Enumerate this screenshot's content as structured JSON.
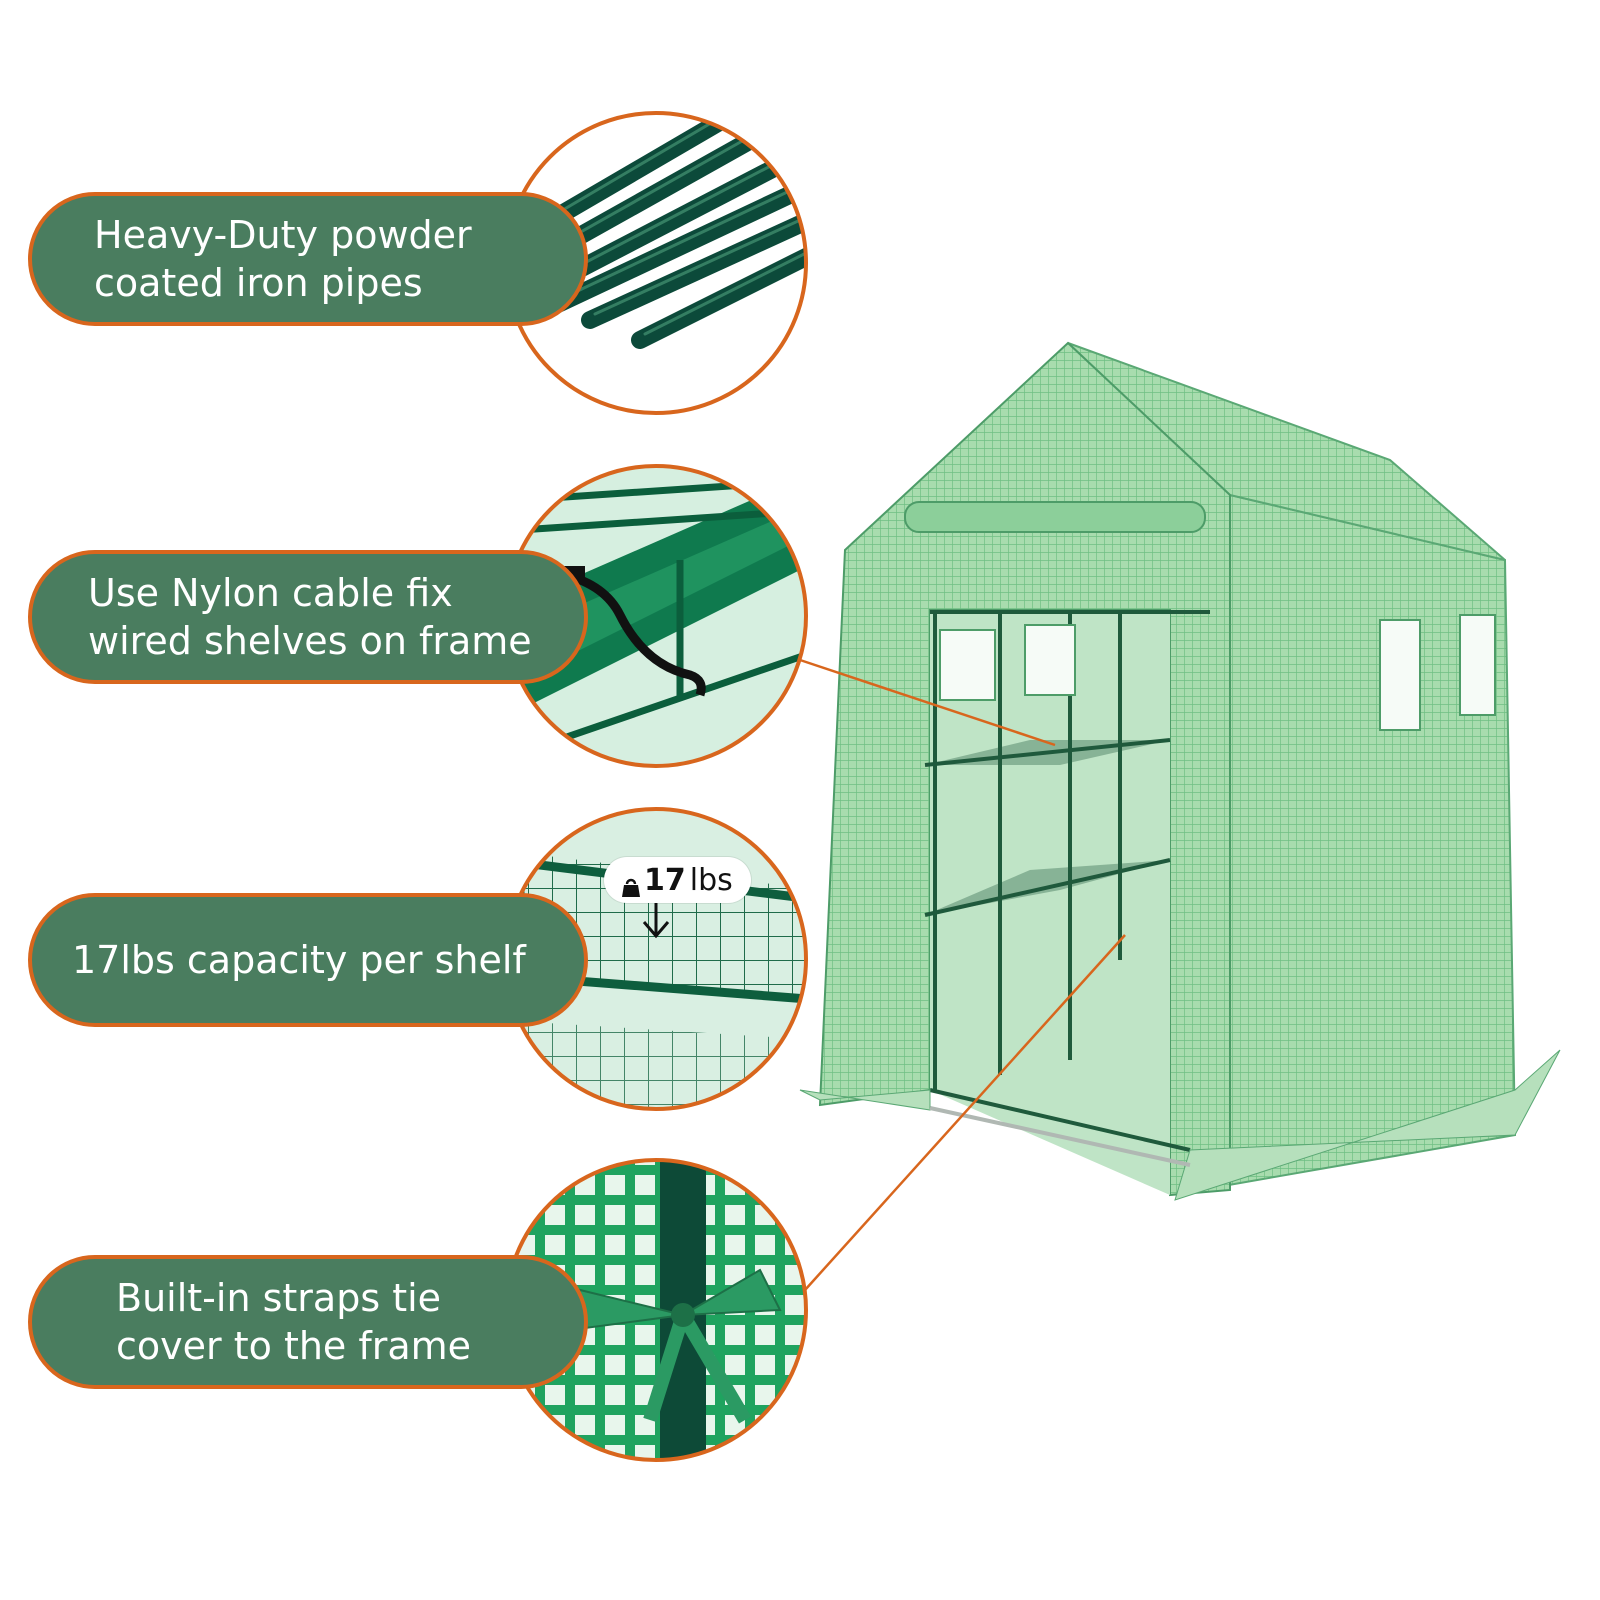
{
  "features": [
    {
      "lines": [
        "Heavy-Duty powder",
        "coated iron pipes"
      ]
    },
    {
      "lines": [
        "Use Nylon cable fix",
        "wired shelves on frame"
      ]
    },
    {
      "lines": [
        "17lbs capacity per shelf"
      ]
    },
    {
      "lines": [
        "Built-in straps tie",
        "cover to the frame"
      ]
    }
  ],
  "weight_badge": {
    "number": "17",
    "unit": "lbs",
    "icon": "weight-icon"
  },
  "colors": {
    "pill_fill": "#4a7d5f",
    "accent_orange": "#d8661d",
    "pipe_green": "#0c4a3a",
    "cover_green": "#9fd3a6",
    "frame_green": "#1f5a3c"
  }
}
